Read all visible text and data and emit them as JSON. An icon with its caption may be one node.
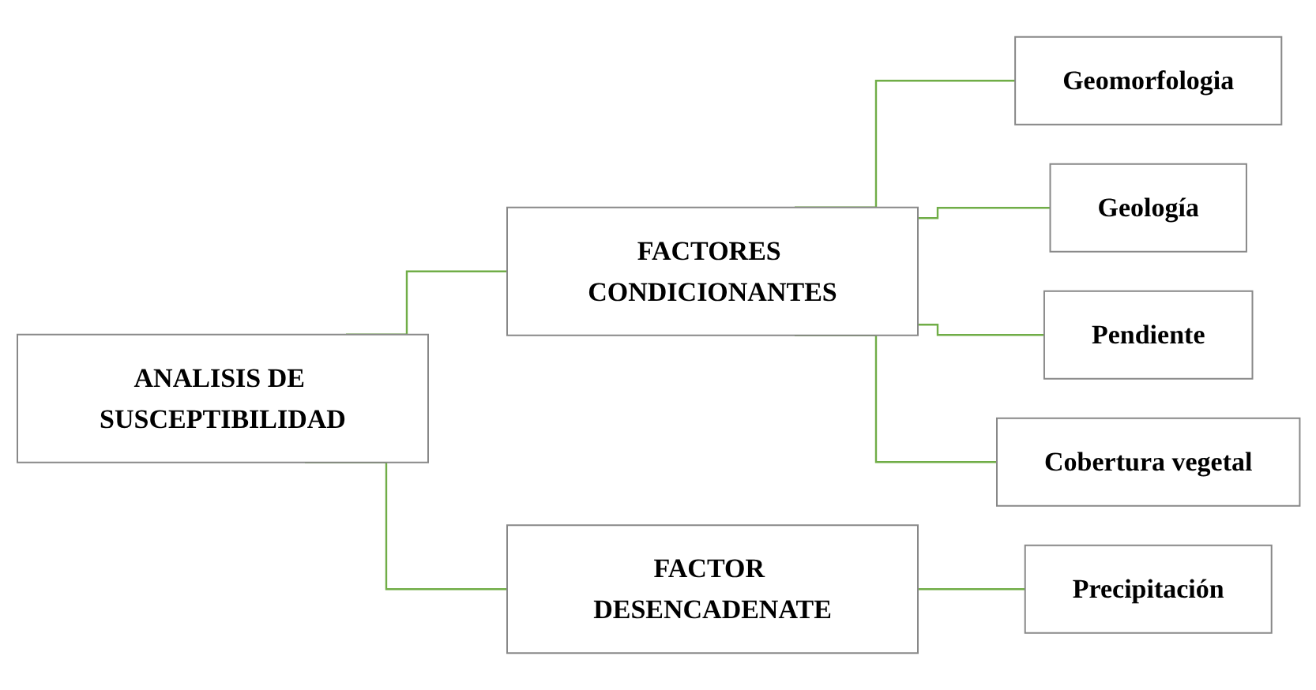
{
  "diagram": {
    "nodes": [
      {
        "text": [
          "ANALISIS DE SUSCEPTIBILIDAD"
        ]
      },
      {
        "text": [
          "FACTORES CONDICIONANTES"
        ]
      },
      {
        "text": [
          "Geomorfologia"
        ]
      },
      {
        "text": [
          "Geología"
        ]
      },
      {
        "text": [
          "Pendiente"
        ]
      },
      {
        "text": [
          "Cobertura vegetal"
        ]
      },
      {
        "text": [
          "FACTOR DESENCADENATE"
        ]
      },
      {
        "text": [
          "Precipitación"
        ]
      }
    ],
    "edges": [
      {
        "from": 0,
        "to": 1,
        "arrow": "none"
      },
      {
        "from": 1,
        "to": 2,
        "arrow": "none"
      },
      {
        "from": 1,
        "to": 3,
        "arrow": "none"
      },
      {
        "from": 1,
        "to": 4,
        "arrow": "none"
      },
      {
        "from": 1,
        "to": 5,
        "arrow": "none"
      },
      {
        "from": 0,
        "to": 6,
        "arrow": "none"
      },
      {
        "from": 6,
        "to": 7,
        "arrow": "none"
      }
    ]
  }
}
